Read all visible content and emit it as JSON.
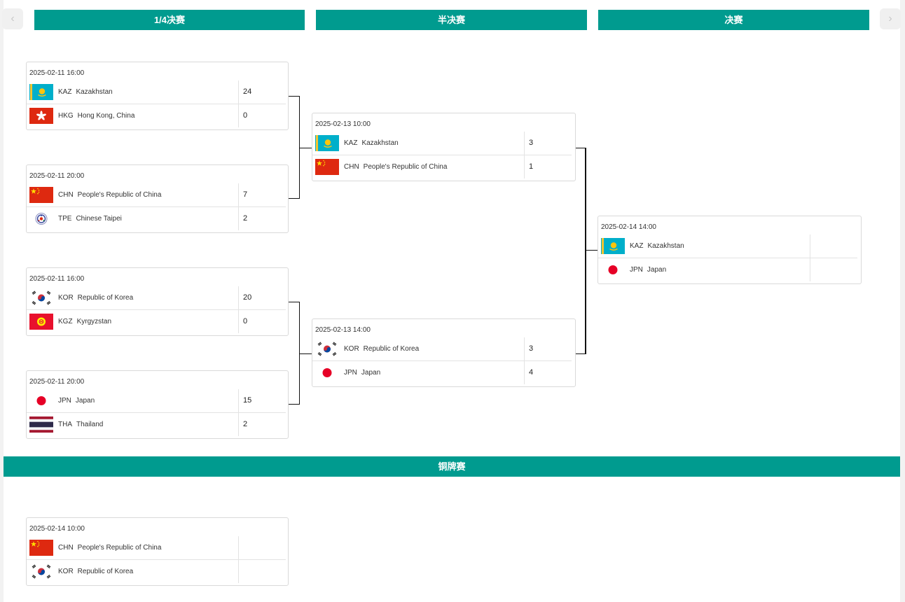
{
  "nav": {
    "prev_label": "‹",
    "next_label": "›"
  },
  "rounds": {
    "quarterfinal": "1/4决赛",
    "semifinal": "半决赛",
    "final": "决赛",
    "bronze": "铜牌赛"
  },
  "matches": {
    "qf1": {
      "date": "2025-02-11  16:00",
      "team1": {
        "code": "KAZ",
        "name": "Kazakhstan",
        "flag": "flag-kaz",
        "score": "24"
      },
      "team2": {
        "code": "HKG",
        "name": "Hong Kong, China",
        "flag": "flag-hkg",
        "score": "0"
      }
    },
    "qf2": {
      "date": "2025-02-11  20:00",
      "team1": {
        "code": "CHN",
        "name": "People's Republic of China",
        "flag": "flag-chn",
        "score": "7"
      },
      "team2": {
        "code": "TPE",
        "name": "Chinese Taipei",
        "flag": "flag-tpe",
        "score": "2"
      }
    },
    "qf3": {
      "date": "2025-02-11  16:00",
      "team1": {
        "code": "KOR",
        "name": "Republic of Korea",
        "flag": "flag-kor",
        "score": "20"
      },
      "team2": {
        "code": "KGZ",
        "name": "Kyrgyzstan",
        "flag": "flag-kgz",
        "score": "0"
      }
    },
    "qf4": {
      "date": "2025-02-11  20:00",
      "team1": {
        "code": "JPN",
        "name": "Japan",
        "flag": "flag-jpn",
        "score": "15"
      },
      "team2": {
        "code": "THA",
        "name": "Thailand",
        "flag": "flag-tha",
        "score": "2"
      }
    },
    "sf1": {
      "date": "2025-02-13  10:00",
      "team1": {
        "code": "KAZ",
        "name": "Kazakhstan",
        "flag": "flag-kaz",
        "score": "3"
      },
      "team2": {
        "code": "CHN",
        "name": "People's Republic of China",
        "flag": "flag-chn",
        "score": "1"
      }
    },
    "sf2": {
      "date": "2025-02-13  14:00",
      "team1": {
        "code": "KOR",
        "name": "Republic of Korea",
        "flag": "flag-kor",
        "score": "3"
      },
      "team2": {
        "code": "JPN",
        "name": "Japan",
        "flag": "flag-jpn",
        "score": "4"
      }
    },
    "final": {
      "date": "2025-02-14  14:00",
      "team1": {
        "code": "KAZ",
        "name": "Kazakhstan",
        "flag": "flag-kaz",
        "score": ""
      },
      "team2": {
        "code": "JPN",
        "name": "Japan",
        "flag": "flag-jpn",
        "score": ""
      }
    },
    "bronze": {
      "date": "2025-02-14  10:00",
      "team1": {
        "code": "CHN",
        "name": "People's Republic of China",
        "flag": "flag-chn",
        "score": ""
      },
      "team2": {
        "code": "KOR",
        "name": "Republic of Korea",
        "flag": "flag-kor",
        "score": ""
      }
    }
  },
  "colors": {
    "header": "#009b8f",
    "connector": "#111111",
    "card_border": "#d9d9d9"
  }
}
